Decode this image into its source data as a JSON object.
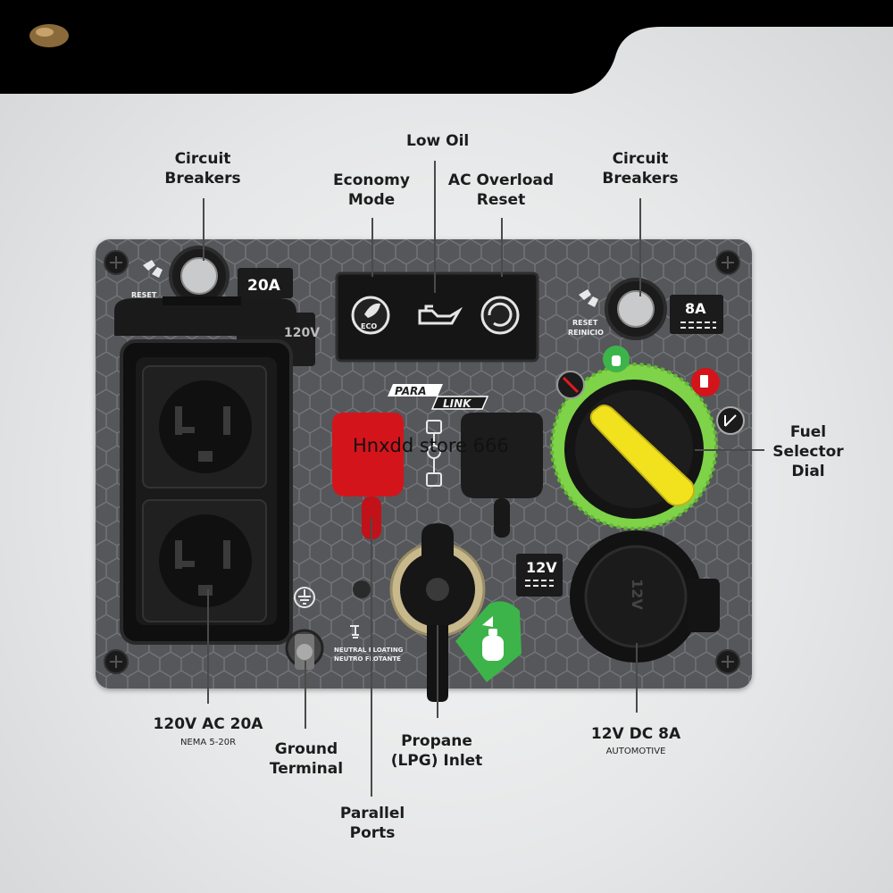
{
  "labels": {
    "circuit_breakers_left": [
      "Circuit",
      "Breakers"
    ],
    "circuit_breakers_right": [
      "Circuit",
      "Breakers"
    ],
    "economy_mode": [
      "Economy",
      "Mode"
    ],
    "low_oil": "Low Oil",
    "ac_overload_reset": [
      "AC Overload",
      "Reset"
    ],
    "fuel_selector_dial": [
      "Fuel",
      "Selector",
      "Dial"
    ],
    "outlet_120v": "120V AC 20A",
    "outlet_120v_sub": "NEMA 5-20R",
    "ground_terminal": [
      "Ground",
      "Terminal"
    ],
    "parallel_ports": [
      "Parallel",
      "Ports"
    ],
    "propane_inlet": [
      "Propane",
      "(LPG) Inlet"
    ],
    "dc_12v": "12V DC 8A",
    "dc_12v_sub": "AUTOMOTIVE"
  },
  "panel": {
    "breaker_left_rating": "20A",
    "breaker_right_rating": "8A",
    "reset_left": "RESET",
    "reset_right": [
      "RESET",
      "REINICIO"
    ],
    "eco_text": "ECO",
    "paralink": [
      "PARA",
      "LINK"
    ],
    "dc_tag": "12V",
    "socket_cap_text": "12V",
    "outlet_cover_text": "120V",
    "neutral_floating": [
      "NEUTRAL FLOATING",
      "NEUTRO FLOTANTE"
    ]
  },
  "watermark": "Hnxdd store 666",
  "colors": {
    "panel": "#55575b",
    "dial_ring": "#7ed348",
    "dial_pointer": "#f2e21e",
    "parallel_cap": "#d4141b",
    "propane_badge": "#3cb449",
    "top_band": "#000000"
  }
}
